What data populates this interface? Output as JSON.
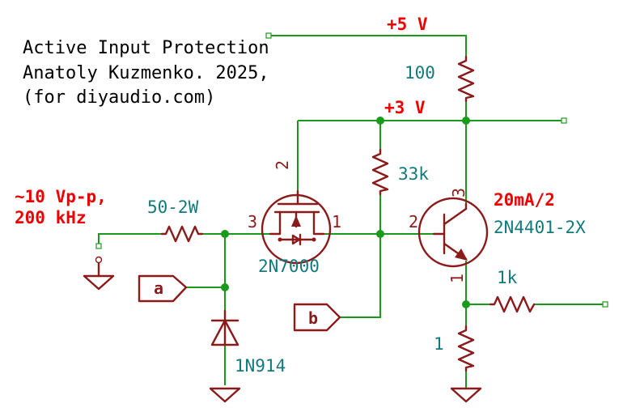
{
  "title": {
    "line1": "Active Input Protection",
    "line2": "Anatoly Kuzmenko. 2025,",
    "line3": "(for diyaudio.com)"
  },
  "nets": {
    "v5": "+5 V",
    "v3": "+3 V",
    "signal_line1": "~10 Vp-p,",
    "signal_line2": "200 kHz",
    "current": "20mA/2"
  },
  "components": {
    "r_input": "50-2W",
    "mosfet": "2N7000",
    "bjt": "2N4401-2X",
    "diode": "1N914",
    "r_100": "100",
    "r_33k": "33k",
    "r_1k": "1k",
    "r_1": "1"
  },
  "pins": {
    "mosfet_gate": "2",
    "mosfet_source": "3",
    "mosfet_drain": "1",
    "bjt_collector": "3",
    "bjt_base": "2",
    "bjt_emitter": "1"
  },
  "flags": {
    "a": "a",
    "b": "b"
  },
  "colors": {
    "wire": "#1a9a1a",
    "component": "#8b1a1a",
    "value_text": "#127a7a",
    "net_label": "#ee0000"
  }
}
